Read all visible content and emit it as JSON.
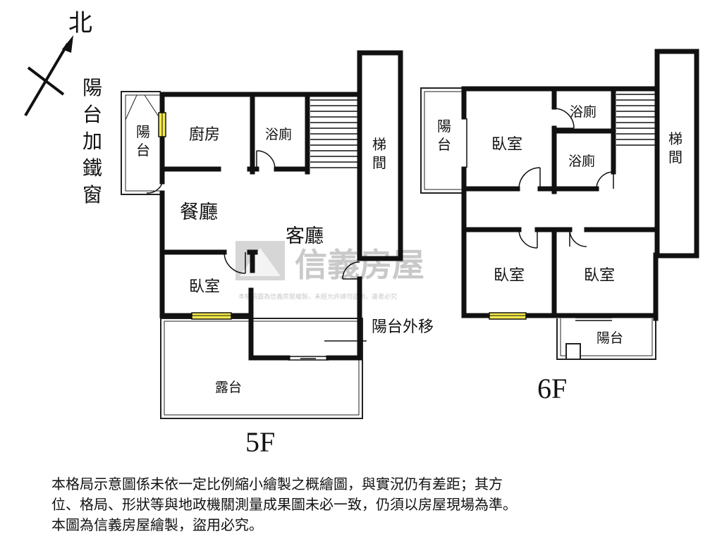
{
  "compass": {
    "label": "北"
  },
  "floor5": {
    "label": "5F",
    "rooms": {
      "kitchen": "廚房",
      "bath": "浴廁",
      "dining": "餐廳",
      "living": "客廳",
      "bedroom": "臥室",
      "stair": "梯間",
      "balcony": "陽台",
      "terrace": "露台"
    },
    "notes": {
      "balcony_iron": "陽台加鐵窗",
      "balcony_move": "陽台外移"
    }
  },
  "floor6": {
    "label": "6F",
    "rooms": {
      "bedroom_a": "臥室",
      "bath_a": "浴廁",
      "bath_b": "浴廁",
      "stair": "梯間",
      "bedroom_b": "臥室",
      "bedroom_c": "臥室",
      "balcony_left": "陽台",
      "balcony_bottom": "陽台"
    }
  },
  "watermark": {
    "brand": "信義房屋",
    "notice": "本格局圖為信義房屋繪製，未經允許請勿盜用，違者必究"
  },
  "disclaimer": {
    "line1": "本格局示意圖係未依一定比例縮小繪製之概繪圖，與實況仍有差距；其方",
    "line2": "位、格局、形狀等與地政機關測量成果圖未必一致，仍須以房屋現場為準。",
    "line3": "本圖為信義房屋繪製，盜用必究。"
  }
}
